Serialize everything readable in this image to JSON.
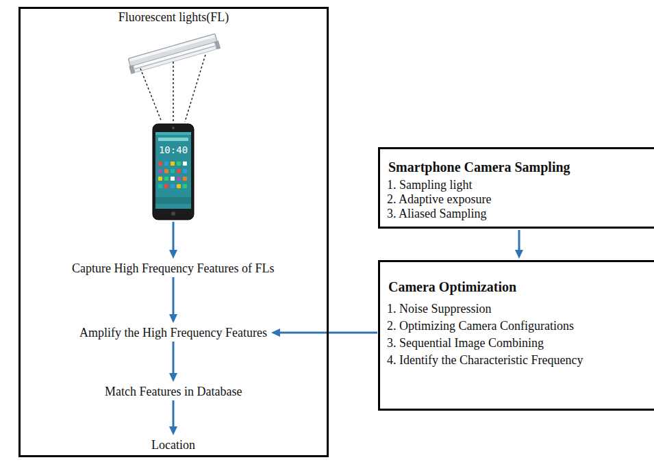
{
  "diagram": {
    "nodes": [
      {
        "text": [
          "Fluorescent lights(FL)"
        ]
      },
      {
        "text": [
          "10:40"
        ],
        "in": 0
      },
      {
        "text": [
          "Capture High Frequency Features of FLs"
        ],
        "in": 0
      },
      {
        "text": [
          "Amplify the High Frequency Features"
        ],
        "in": 0
      },
      {
        "text": [
          "Match Features in Database"
        ],
        "in": 0
      },
      {
        "text": [
          "Location"
        ],
        "in": 0
      },
      {
        "text": [
          "Smartphone Camera Sampling",
          "1. Sampling light",
          "2. Adaptive exposure",
          "3. Aliased Sampling"
        ]
      },
      {
        "text": [
          "Camera Optimization",
          "1. Noise Suppression",
          "2. Optimizing Camera Configurations",
          "3. Sequential Image Combining",
          "4. Identify the Characteristic Frequency"
        ]
      }
    ],
    "edges": [
      {
        "from": 1,
        "to": 2,
        "arrow": "to"
      },
      {
        "from": 2,
        "to": 3,
        "arrow": "to"
      },
      {
        "from": 3,
        "to": 4,
        "arrow": "to"
      },
      {
        "from": 4,
        "to": 5,
        "arrow": "to"
      },
      {
        "from": 6,
        "to": 2,
        "arrow": "to"
      },
      {
        "from": 7,
        "to": 3,
        "arrow": "to"
      }
    ]
  }
}
